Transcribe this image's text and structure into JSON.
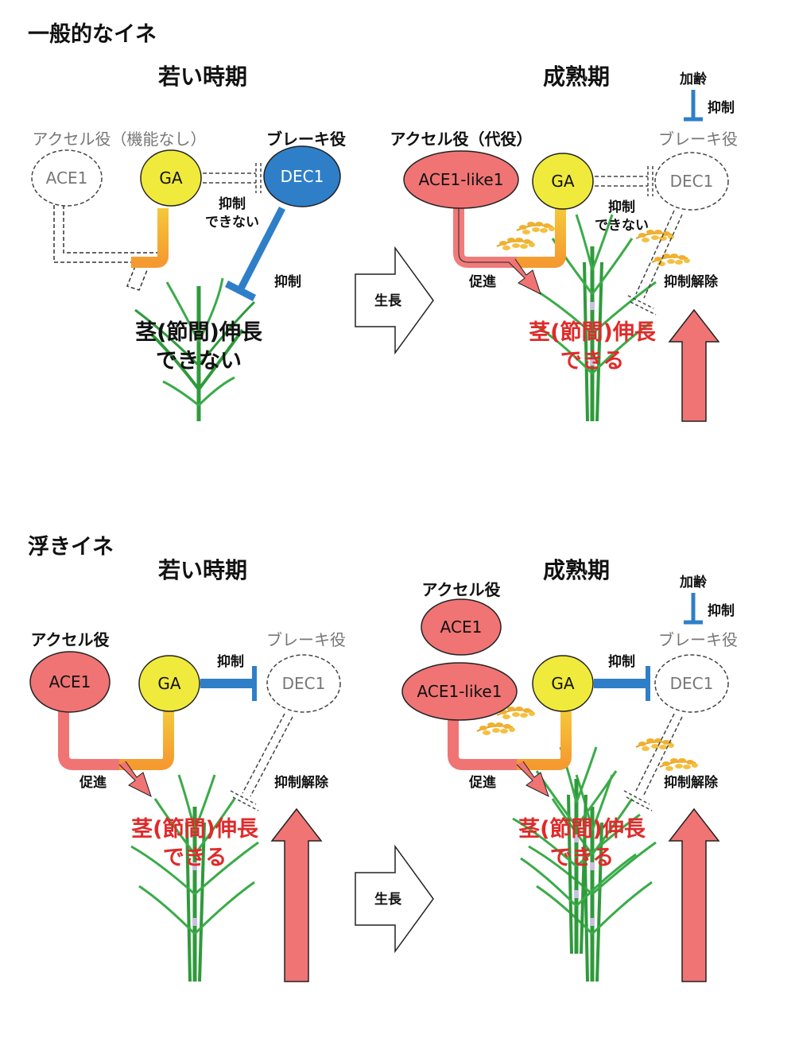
{
  "sections": [
    {
      "title": "一般的なイネ",
      "young": {
        "heading": "若い時期",
        "accel_label": "アクセル役（機能なし）",
        "brake_label": "ブレーキ役",
        "ace1": "ACE1",
        "ga": "GA",
        "dec1": "DEC1",
        "cannot_inhibit": [
          "抑制",
          "できない"
        ],
        "inhibit": "抑制",
        "outcome": [
          "茎(節間)伸長",
          "できない"
        ]
      },
      "growth_arrow": "生長",
      "mature": {
        "heading": "成熟期",
        "aging": "加齢",
        "aging_inhibit": "抑制",
        "accel_label": "アクセル役（代役）",
        "brake_label": "ブレーキ役",
        "ace1_like": "ACE1-like1",
        "ga": "GA",
        "dec1": "DEC1",
        "cannot_inhibit": [
          "抑制",
          "できない"
        ],
        "promote": "促進",
        "release": "抑制解除",
        "outcome": [
          "茎(節間)伸長",
          "できる"
        ]
      }
    },
    {
      "title": "浮きイネ",
      "young": {
        "heading": "若い時期",
        "accel_label": "アクセル役",
        "brake_label": "ブレーキ役",
        "ace1": "ACE1",
        "ga": "GA",
        "dec1": "DEC1",
        "inhibit": "抑制",
        "promote": "促進",
        "release": "抑制解除",
        "outcome": [
          "茎(節間)伸長",
          "できる"
        ]
      },
      "growth_arrow": "生長",
      "mature": {
        "heading": "成熟期",
        "aging": "加齢",
        "aging_inhibit": "抑制",
        "accel_label": "アクセル役",
        "brake_label": "ブレーキ役",
        "ace1": "ACE1",
        "ace1_like": "ACE1-like1",
        "ga": "GA",
        "dec1": "DEC1",
        "inhibit": "抑制",
        "promote": "促進",
        "release": "抑制解除",
        "outcome": [
          "茎(節間)伸長",
          "できる"
        ]
      }
    }
  ],
  "colors": {
    "ace_fill": "#f07474",
    "ga_fill": "#f0ea3c",
    "dec1_fill": "#2f7fc8",
    "inhibit_line": "#2f7fc8",
    "promote_arrow": "#f07474",
    "highlight_text": "#e02a2a",
    "plant": "#2f9a3c",
    "grain": "#f0b030"
  }
}
